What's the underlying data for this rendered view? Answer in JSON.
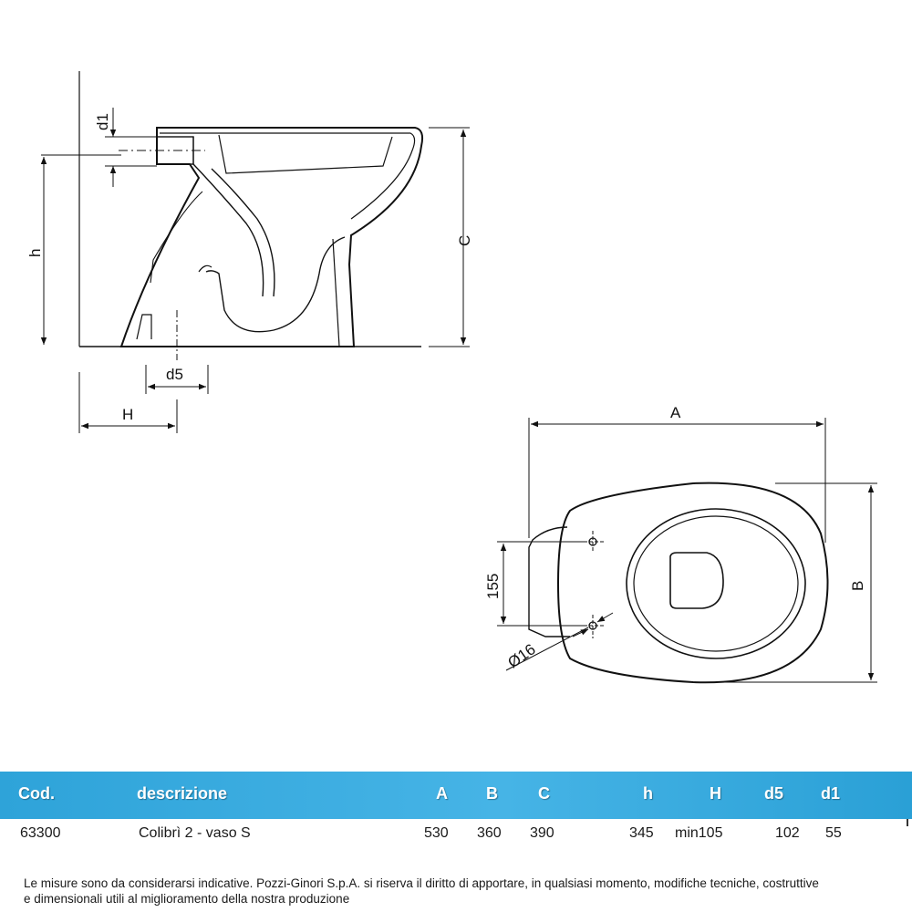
{
  "drawing": {
    "labels": {
      "d1": "d1",
      "h": "h",
      "C": "C",
      "d5": "d5",
      "H": "H",
      "A": "A",
      "B": "B",
      "dim_155": "155",
      "hole_dia": "Ø16"
    }
  },
  "table": {
    "headers": [
      "Cod.",
      "descrizione",
      "A",
      "B",
      "C",
      "h",
      "H",
      "d5",
      "d1"
    ],
    "row": {
      "code": "63300",
      "description": "Colibrì 2 - vaso S",
      "A": "530",
      "B": "360",
      "C": "390",
      "h": "345",
      "H": "min105",
      "d5": "102",
      "d1": "55"
    },
    "colors": {
      "header_bg": "#3aaee0",
      "header_text": "#ffffff"
    }
  },
  "footnote": {
    "line1": "Le misure sono da considerarsi indicative. Pozzi-Ginori S.p.A. si riserva il diritto di apportare, in qualsiasi momento, modifiche tecniche, costruttive",
    "line2": "e dimensionali utili al miglioramento della nostra produzione"
  }
}
